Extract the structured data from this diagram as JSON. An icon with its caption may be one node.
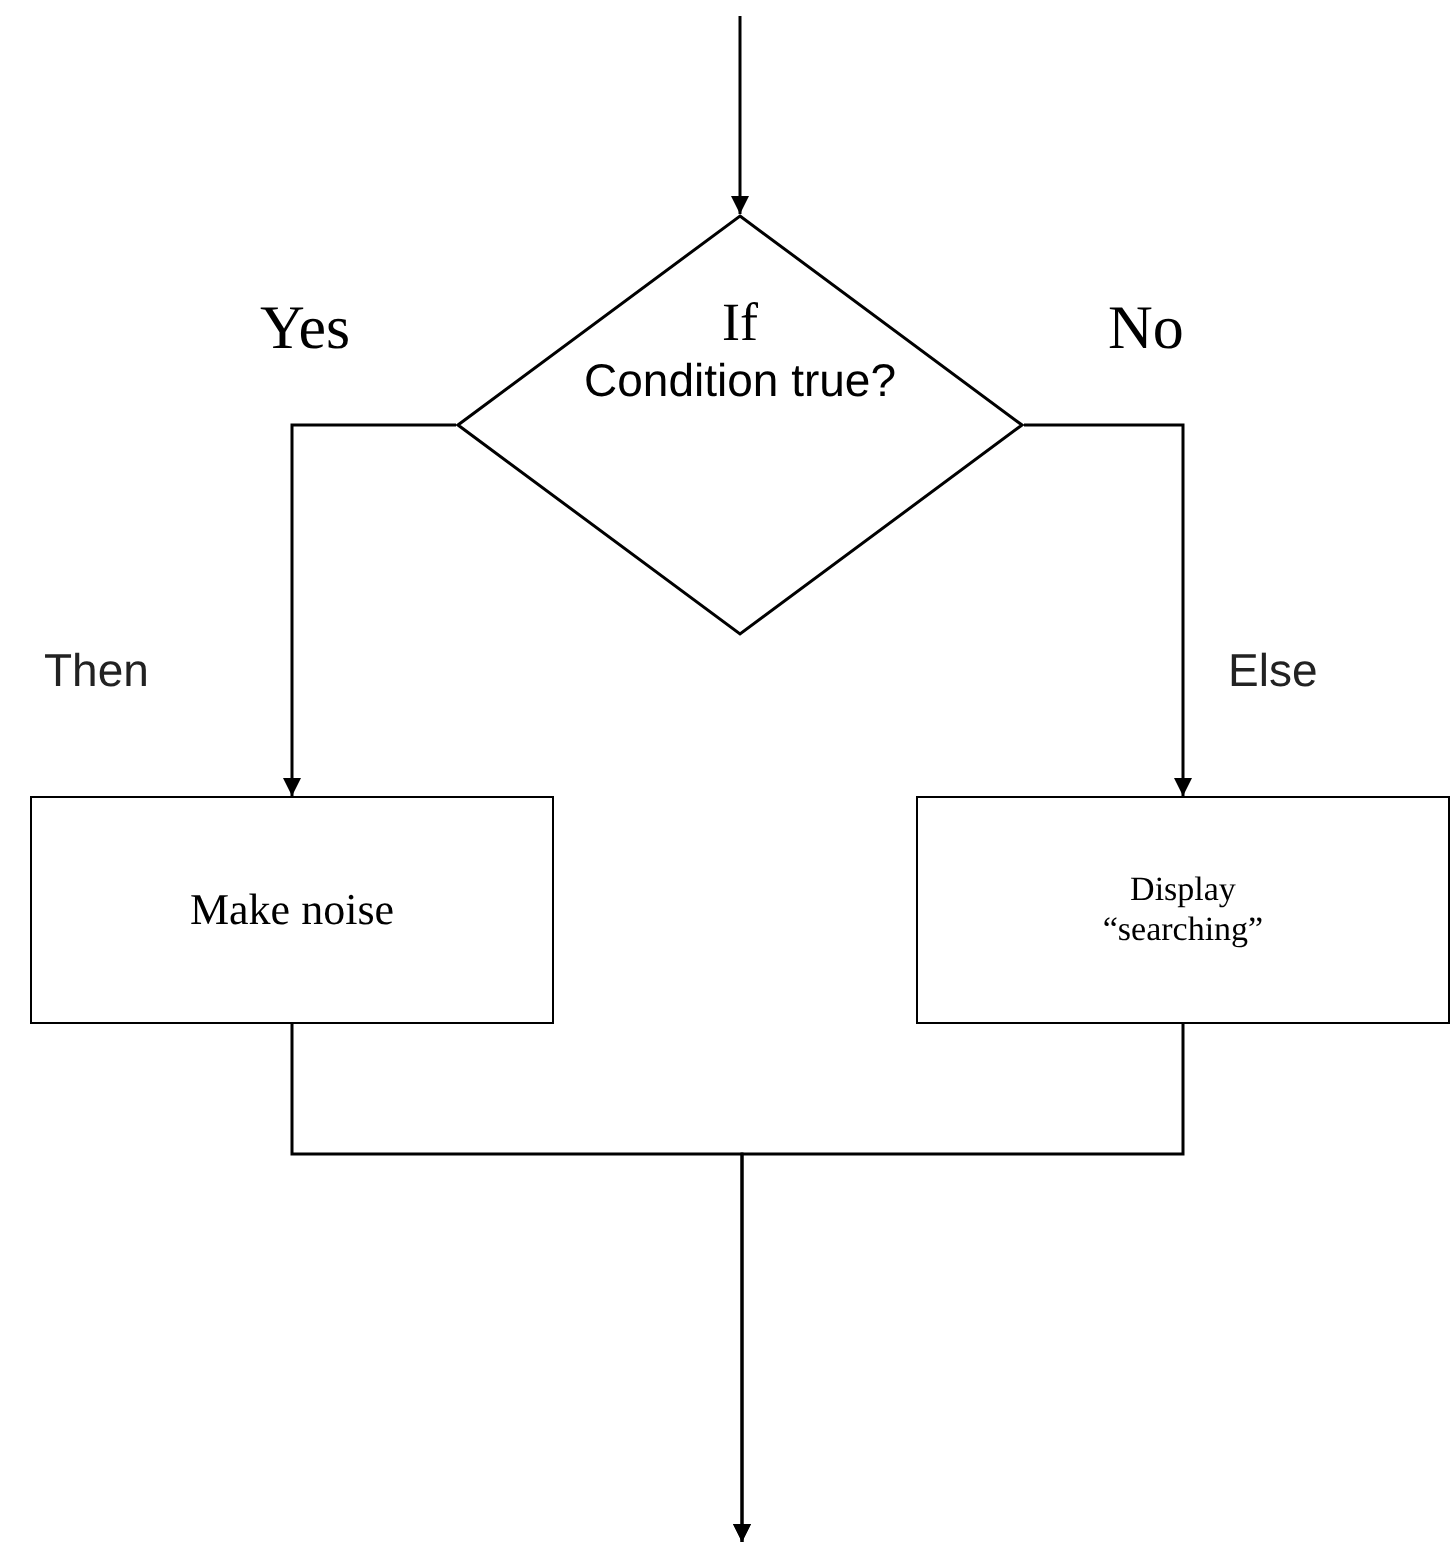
{
  "diagram": {
    "nodes": [
      {
        "text": [
          "If",
          "Condition true?"
        ]
      },
      {
        "text": [
          "Make noise"
        ]
      },
      {
        "text": [
          "Display “searching”"
        ]
      }
    ],
    "edges": [
      {
        "from": null,
        "to": 0,
        "arrow": "to"
      },
      {
        "from": 0,
        "to": 1,
        "arrow": "to",
        "label": "Then"
      },
      {
        "from": 0,
        "to": 2,
        "arrow": "to",
        "label": "Else"
      },
      {
        "from": 1,
        "to": null,
        "arrow": "to"
      },
      {
        "from": 2,
        "to": null,
        "arrow": "to"
      }
    ],
    "labels": [
      "Yes",
      "No"
    ]
  }
}
